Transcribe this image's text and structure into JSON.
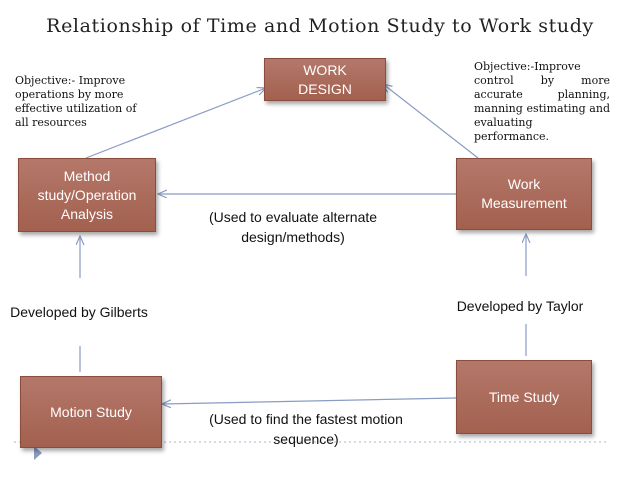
{
  "title": "Relationship of Time  and Motion Study to Work study",
  "boxes": {
    "work_design": "WORK DESIGN",
    "method_study": "Method study/Operation Analysis",
    "work_measurement": "Work Measurement",
    "motion_study": "Motion Study",
    "time_study": "Time Study"
  },
  "objectives": {
    "left": "Objective:- Improve operations by more effective utilization of all resources",
    "right": "Objective:-Improve control by more accurate planning, manning estimating and evaluating performance."
  },
  "notes": {
    "evaluate": "(Used to evaluate alternate design/methods)",
    "fastest": "(Used to find the fastest motion sequence)",
    "gilberts": "Developed by Gilberts",
    "taylor": "Developed by Taylor"
  },
  "colors": {
    "box_fill": "#a8685a",
    "arrow": "#8a9bc4"
  }
}
